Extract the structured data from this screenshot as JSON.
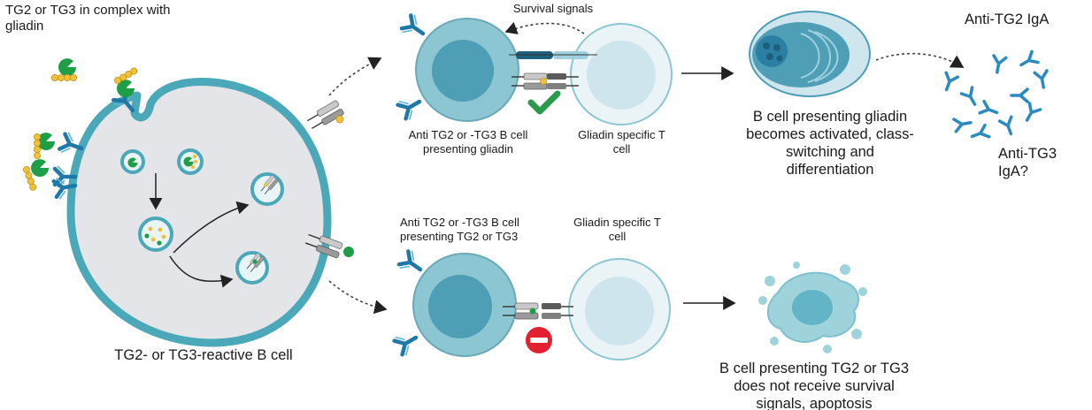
{
  "diagram": {
    "title": "",
    "colors": {
      "membrane": "#4aa8b8",
      "membrane_fill": "#e5e7ea",
      "antibody": "#1f79a8",
      "tg_enzyme": "#1e9e46",
      "gliadin": "#f0c23b",
      "bcell": "#8cc6d2",
      "bcell_nucleus": "#4e9fb5",
      "tcell": "#d4e7ef",
      "check": "#2c9a4c",
      "stop": "#e22130"
    },
    "labels": {
      "tg_complex": "TG2 or TG3 in complex with gliadin",
      "reactive_bcell": "TG2- or TG3-reactive B cell",
      "survival_signals": "Survival signals",
      "b_gliadin": "Anti TG2 or -TG3 B cell presenting gliadin",
      "t_cell_top": "Gliadin specific T cell",
      "activated": "B cell presenting gliadin becomes activated, class-switching and differentiation",
      "anti_tg2": "Anti-TG2 IgA",
      "anti_tg3": "Anti-TG3 IgA?",
      "b_tg": "Anti TG2 or -TG3 B cell presenting TG2 or TG3",
      "t_cell_bottom": "Gliadin specific T cell",
      "apoptosis": "B cell presenting TG2 or TG3 does not receive survival signals, apoptosis"
    },
    "icons": [
      "antibody-icon",
      "tg-enzyme-icon",
      "gliadin-peptide-icon",
      "mhc-receptor-icon",
      "check-icon",
      "stop-icon",
      "plasma-cell-icon",
      "apoptotic-cell-icon"
    ]
  }
}
